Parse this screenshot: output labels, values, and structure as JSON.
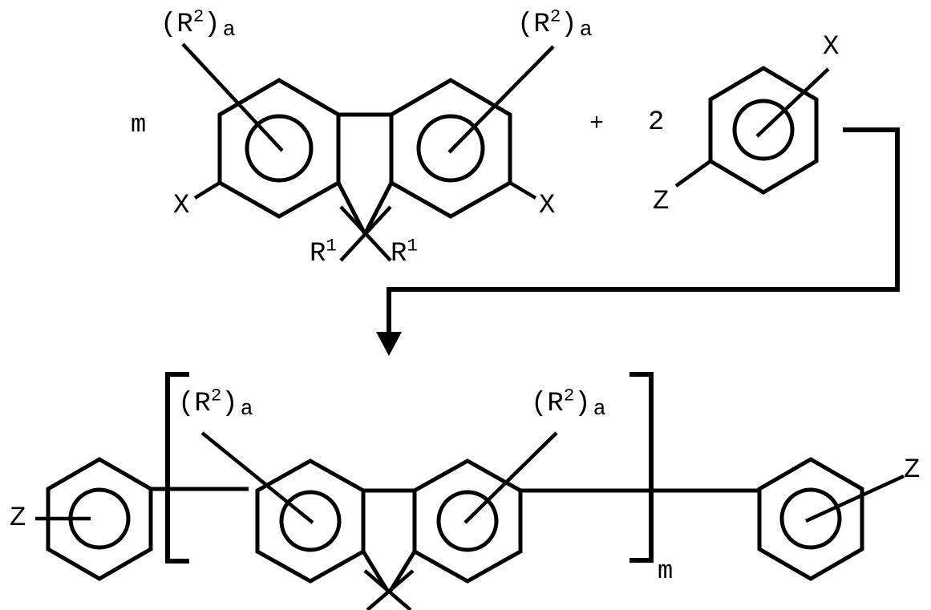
{
  "document": {
    "type": "chemical-reaction-scheme",
    "title": "Fluorene monomer plus aryl comonomer polymerization scheme",
    "background_color": "#ffffff",
    "line_color": "#000000"
  },
  "reactants": {
    "fluorene_monomer": {
      "stoichiometry_label": "m",
      "substituent_top_left": "(R2)a",
      "substituent_top_right": "(R2)a",
      "halide_left": "X",
      "halide_right": "X",
      "ring9_substituent_left": "R1",
      "ring9_substituent_right": "R1"
    },
    "plus_sign": "+",
    "aryl_monomer": {
      "stoichiometry_label": "2",
      "halide": "X",
      "endgroup": "Z"
    }
  },
  "product": {
    "left_endcap": {
      "label": "Z"
    },
    "right_endcap": {
      "label": "Z"
    },
    "repeat_unit": {
      "subscript": "m",
      "substituent_left": "(R2)a",
      "substituent_right": "(R2)a"
    }
  },
  "labels": {
    "R2_a": {
      "base": "(R",
      "sup": "2",
      "close": ")",
      "sub": "a"
    },
    "R1": {
      "base": "R",
      "sup": "1"
    },
    "X": "X",
    "Z": "Z",
    "m": "m",
    "two": "2",
    "plus": "+"
  }
}
